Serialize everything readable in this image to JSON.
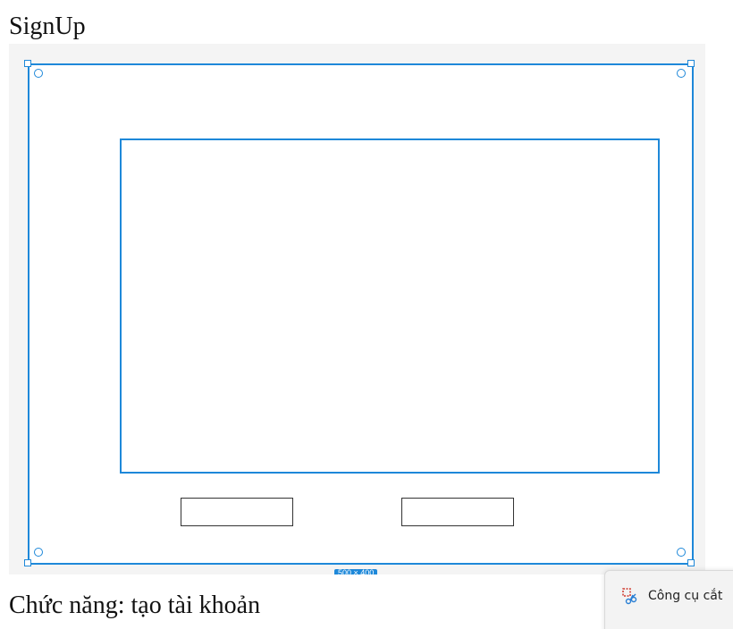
{
  "page": {
    "title": "SignUp",
    "caption": "Chức năng: tạo tài khoản"
  },
  "canvas": {
    "size_badge": "500 × 400",
    "accent_color": "#1e88d9"
  },
  "toast": {
    "label": "Công cụ cắt",
    "icon": "snipping-tool-icon"
  }
}
